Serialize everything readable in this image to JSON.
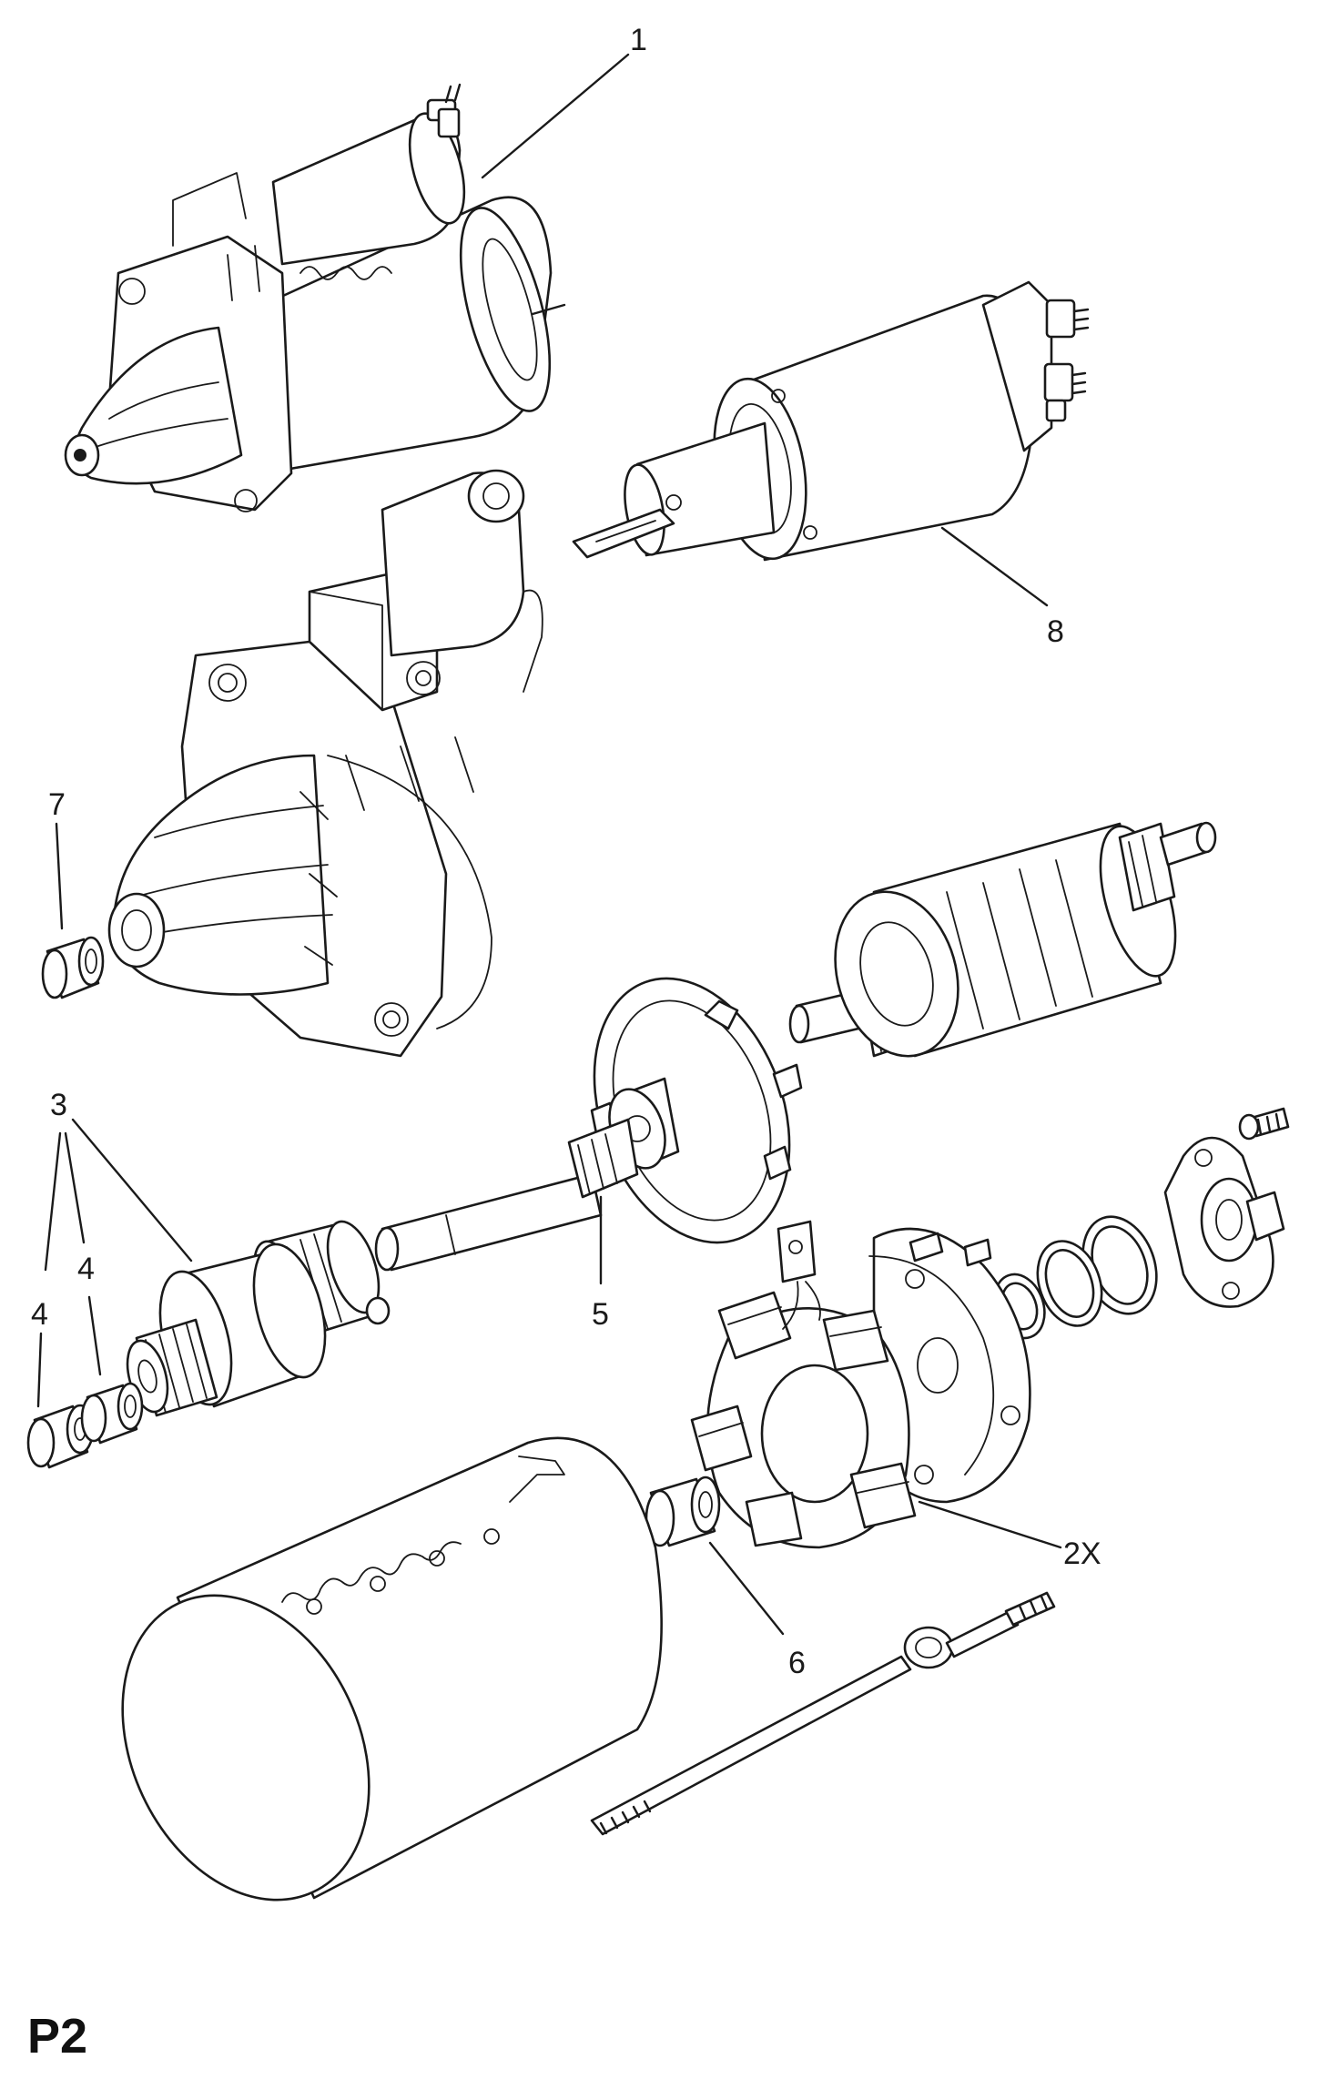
{
  "diagram": {
    "page_code": "P2",
    "callouts": {
      "c1": "1",
      "c8": "8",
      "c7": "7",
      "c3": "3",
      "c4a": "4",
      "c4b": "4",
      "c5": "5",
      "c2x": "2X",
      "c6": "6"
    },
    "line_color": "#1a1a1a",
    "background": "#ffffff"
  }
}
